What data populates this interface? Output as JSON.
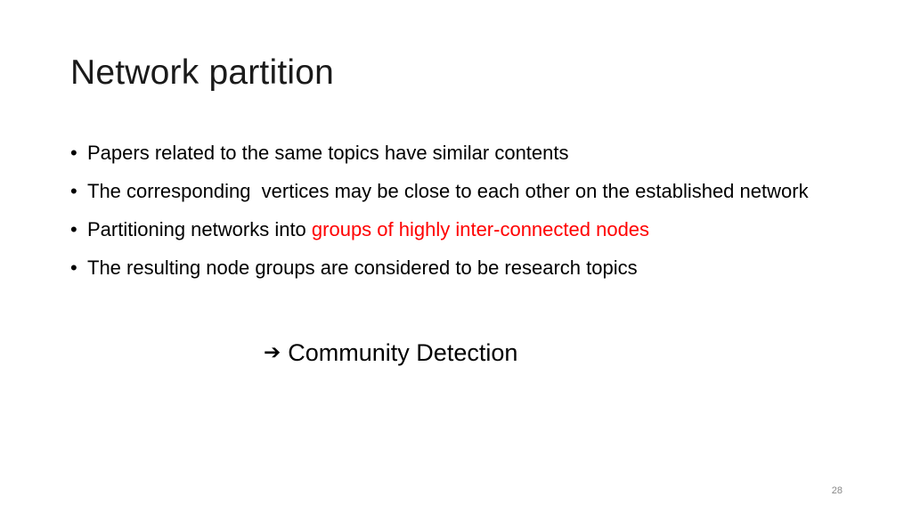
{
  "slide": {
    "title": "Network partition",
    "bullets": [
      {
        "text": "Papers related to the same topics have similar contents"
      },
      {
        "text": "The corresponding  vertices may be close to each other on the established network"
      },
      {
        "text": "Partitioning networks into ",
        "highlight": "groups of highly inter-connected nodes"
      },
      {
        "text": "The resulting node groups are considered to be research topics"
      }
    ],
    "bullet_glyph": "•",
    "conclusion_arrow": "➔",
    "conclusion": "Community Detection",
    "page_number": "28"
  },
  "colors": {
    "highlight": "#ff0000",
    "text": "#000000",
    "background": "#ffffff"
  }
}
